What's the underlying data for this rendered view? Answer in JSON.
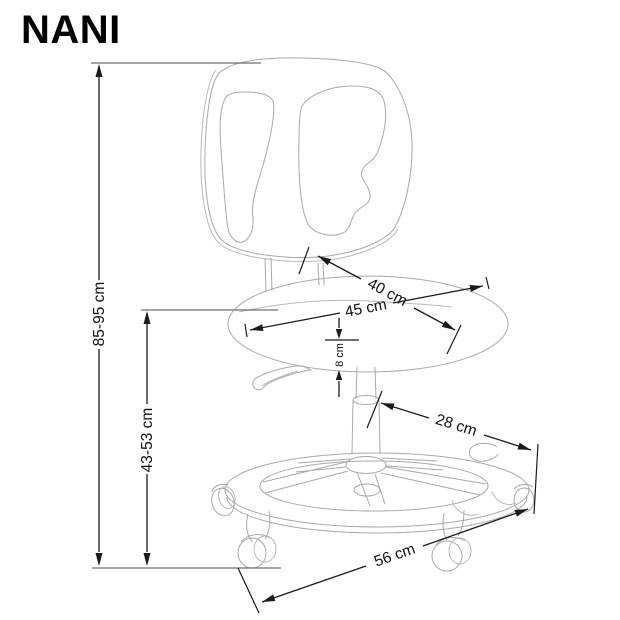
{
  "title": "NANI",
  "dimensions": {
    "overall_height": "85-95 cm",
    "seat_height": "43-53 cm",
    "seat_depth": "40 cm",
    "seat_width": "45 cm",
    "seat_cushion_thickness": "8 cm",
    "footrest": "28 cm",
    "base_width": "56 cm"
  }
}
